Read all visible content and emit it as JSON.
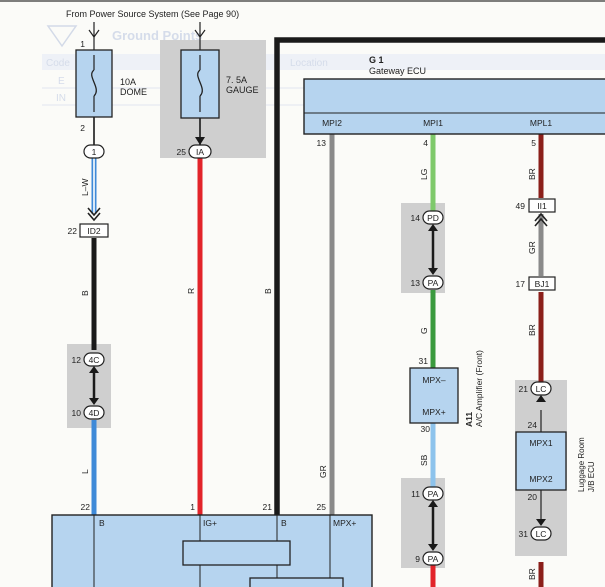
{
  "header": {
    "source_note": "From Power Source System (See Page 90)"
  },
  "background_table": {
    "title": "Ground Points",
    "col_code": "Code",
    "col_location": "Location",
    "rows": [
      "E",
      "IN"
    ]
  },
  "fuses": {
    "dome": {
      "rating": "10A",
      "name": "DOME"
    },
    "gauge": {
      "rating": "7. 5A",
      "name": "GAUGE"
    }
  },
  "gateway": {
    "code": "G 1",
    "name": "Gateway ECU",
    "pins": [
      "MPI2",
      "MPI1",
      "MPL1"
    ]
  },
  "ac_amp": {
    "code": "A11",
    "name": "A/C Amplifier (Front)",
    "pin_top": "MPX–",
    "pin_bottom": "MPX+"
  },
  "luggage": {
    "name_line1": "Luggage Room",
    "name_line2": "J/B ECU",
    "pin_top": "MPX1",
    "pin_bottom": "MPX2"
  },
  "meter": {
    "pins": [
      "B",
      "IG+",
      "B",
      "MPX+"
    ]
  },
  "wire_colors": {
    "lw": "L–W",
    "b1": "B",
    "l": "L",
    "r": "R",
    "b2": "B",
    "gr": "GR",
    "lg": "LG",
    "g": "G",
    "sb": "SB",
    "br1": "BR",
    "gr2": "GR",
    "br2": "BR",
    "br3": "BR"
  },
  "connectors": {
    "c1": "1",
    "ia": "IA",
    "id2": "ID2",
    "c4c": "4C",
    "c4d": "4D",
    "pd": "PD",
    "pa1": "PA",
    "pa2": "PA",
    "pa3": "PA",
    "ii1": "II1",
    "bj1": "BJ1",
    "lc1": "LC",
    "lc2": "LC"
  },
  "pin_numbers": {
    "p1": "1",
    "p2": "2",
    "p25a": "25",
    "p22a": "22",
    "p12": "12",
    "p10": "10",
    "p22b": "22",
    "p1b": "1",
    "p21": "21",
    "p25b": "25",
    "p13": "13",
    "p4": "4",
    "p5": "5",
    "p14": "14",
    "p13b": "13",
    "p31": "31",
    "p30": "30",
    "p11": "11",
    "p9": "9",
    "p49": "49",
    "p17": "17",
    "p21b": "21",
    "p24": "24",
    "p20": "20",
    "p31b": "31"
  },
  "colors": {
    "ecu_fill": "#b6d4ef",
    "ground_shade": "#cfcfcf",
    "wire_black": "#1a1a1a",
    "wire_red": "#e2242a",
    "wire_blue": "#3f8ad8",
    "wire_green": "#3a9a3e",
    "wire_lightgreen": "#7ec96b",
    "wire_gray": "#8a8a8a",
    "wire_brown": "#8b1f1a",
    "wire_skyblue": "#8dc3ec",
    "background": "#fbfbf8"
  }
}
